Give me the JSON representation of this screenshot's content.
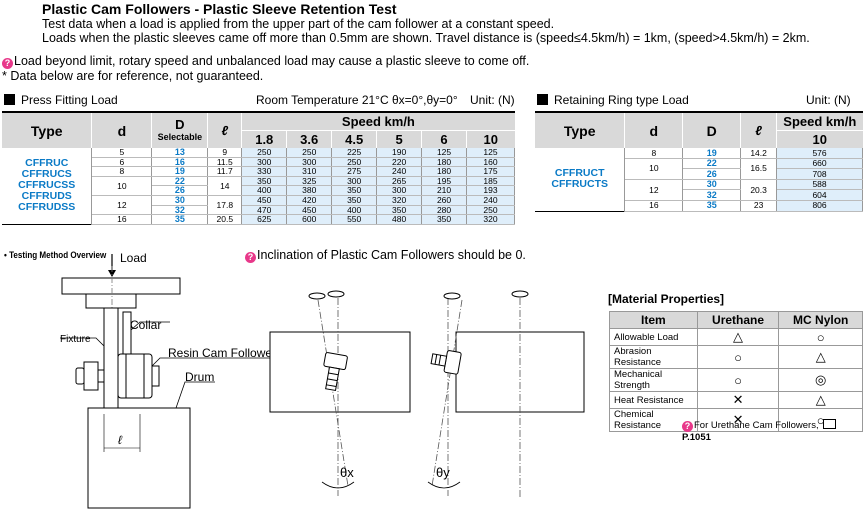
{
  "header": {
    "title": "Plastic Cam Followers - Plastic Sleeve Retention Test",
    "line1": "Test data when a load is applied from the upper part of the cam follower at a constant speed.",
    "line2": "Loads when the plastic sleeves came off more than 0.5mm are shown. Travel distance is (speed≤4.5km/h) = 1km, (speed>4.5km/h) = 2km.",
    "note1": "Load beyond limit, rotary speed and unbalanced load may cause a plastic sleeve to come off.",
    "note2": "* Data below are for reference, not guaranteed."
  },
  "press_fit": {
    "section_title": "Press Fitting Load",
    "room_temp": "Room Temperature 21°C  θx=0°,θy=0°",
    "unit": "Unit: (N)",
    "col_type": "Type",
    "col_d": "d",
    "col_D": "D",
    "col_D_sub": "Selectable",
    "col_l": "ℓ",
    "col_speed": "Speed km/h",
    "speeds": [
      "1.8",
      "3.6",
      "4.5",
      "5",
      "6",
      "10"
    ],
    "types": [
      "CFFRUC",
      "CFFRUCS",
      "CFFRUCSS",
      "CFFRUDS",
      "CFFRUDSS"
    ],
    "rows": [
      {
        "d": "5",
        "D": "13",
        "l": "9",
        "v": [
          "250",
          "250",
          "225",
          "190",
          "125",
          "125"
        ]
      },
      {
        "d": "6",
        "D": "16",
        "l": "11.5",
        "v": [
          "300",
          "300",
          "250",
          "220",
          "180",
          "160"
        ]
      },
      {
        "d": "8",
        "D": "19",
        "l": "11.7",
        "v": [
          "330",
          "310",
          "275",
          "240",
          "180",
          "175"
        ]
      },
      {
        "d": "10",
        "D": "22",
        "l": "14",
        "v": [
          "350",
          "325",
          "300",
          "265",
          "195",
          "185"
        ]
      },
      {
        "d": "",
        "D": "26",
        "l": "",
        "v": [
          "400",
          "380",
          "350",
          "300",
          "210",
          "193"
        ]
      },
      {
        "d": "12",
        "D": "30",
        "l": "17.8",
        "v": [
          "450",
          "420",
          "350",
          "320",
          "260",
          "240"
        ]
      },
      {
        "d": "",
        "D": "32",
        "l": "",
        "v": [
          "470",
          "450",
          "400",
          "350",
          "280",
          "250"
        ]
      },
      {
        "d": "16",
        "D": "35",
        "l": "20.5",
        "v": [
          "625",
          "600",
          "550",
          "480",
          "350",
          "320"
        ]
      }
    ]
  },
  "retaining": {
    "section_title": "Retaining Ring type Load",
    "unit": "Unit: (N)",
    "col_type": "Type",
    "col_d": "d",
    "col_D": "D",
    "col_l": "ℓ",
    "col_speed": "Speed km/h",
    "speed": "10",
    "types": [
      "CFFRUCT",
      "CFFRUCTS"
    ],
    "rows": [
      {
        "d": "8",
        "D": "19",
        "l": "14.2",
        "v": "576"
      },
      {
        "d": "10",
        "D": "22",
        "l": "16.5",
        "v": "660"
      },
      {
        "d": "",
        "D": "26",
        "l": "",
        "v": "708"
      },
      {
        "d": "12",
        "D": "30",
        "l": "20.3",
        "v": "588"
      },
      {
        "d": "",
        "D": "32",
        "l": "",
        "v": "604"
      },
      {
        "d": "16",
        "D": "35",
        "l": "23",
        "v": "806"
      }
    ]
  },
  "diagram": {
    "overview": "• Testing Method Overview",
    "load": "Load",
    "fixture": "Fixture",
    "collar": "Collar",
    "resin": "Resin Cam Follower",
    "drum": "Drum",
    "l": "ℓ",
    "inclination": "Inclination of Plastic Cam Followers should be 0.",
    "theta_x": "θx",
    "theta_y": "θy"
  },
  "material": {
    "title": "[Material Properties]",
    "headers": [
      "Item",
      "Urethane",
      "MC Nylon"
    ],
    "rows": [
      {
        "item": "Allowable Load",
        "ure": "△",
        "mc": "○"
      },
      {
        "item": "Abrasion Resistance",
        "ure": "○",
        "mc": "△"
      },
      {
        "item": "Mechanical Strength",
        "ure": "○",
        "mc": "◎"
      },
      {
        "item": "Heat Resistance",
        "ure": "✕",
        "mc": "△"
      },
      {
        "item": "Chemical Resistance",
        "ure": "✕",
        "mc": "○"
      }
    ],
    "footnote": "For Urethane Cam Followers,",
    "page_ref": "P.1051"
  },
  "colors": {
    "accent_blue": "#0a7ac6",
    "data_bg": "#dfeefa",
    "header_bg": "#d9d9d9",
    "hint_pink": "#e8388a"
  }
}
